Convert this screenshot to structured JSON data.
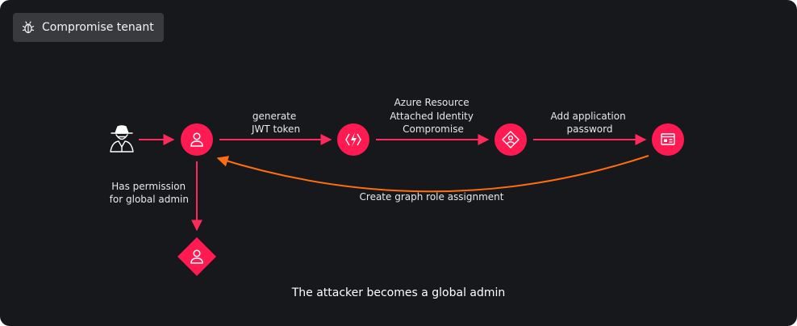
{
  "header": {
    "tag_label": "Compromise tenant",
    "tag_icon": "bug-icon"
  },
  "colors": {
    "background": "#17181c",
    "node": "#ff1a52",
    "arrow": "#ff2a5c",
    "return_arrow": "#ff6d12",
    "tag_bg": "#393a3e"
  },
  "nodes": [
    {
      "id": "attacker",
      "icon": "spy-icon"
    },
    {
      "id": "user",
      "icon": "user-icon"
    },
    {
      "id": "function",
      "icon": "function-app-icon"
    },
    {
      "id": "identity",
      "icon": "managed-identity-icon"
    },
    {
      "id": "app",
      "icon": "app-registration-icon"
    },
    {
      "id": "admin",
      "icon": "admin-user-icon"
    }
  ],
  "edges": {
    "generate": [
      "generate",
      "JWT token"
    ],
    "azure": [
      "Azure Resource",
      "Attached Identity",
      "Compromise"
    ],
    "add_password": [
      "Add application",
      "password"
    ],
    "permission": [
      "Has permission",
      "for global admin"
    ],
    "graph_role": "Create graph role assignment"
  },
  "caption": "The attacker becomes a global admin"
}
